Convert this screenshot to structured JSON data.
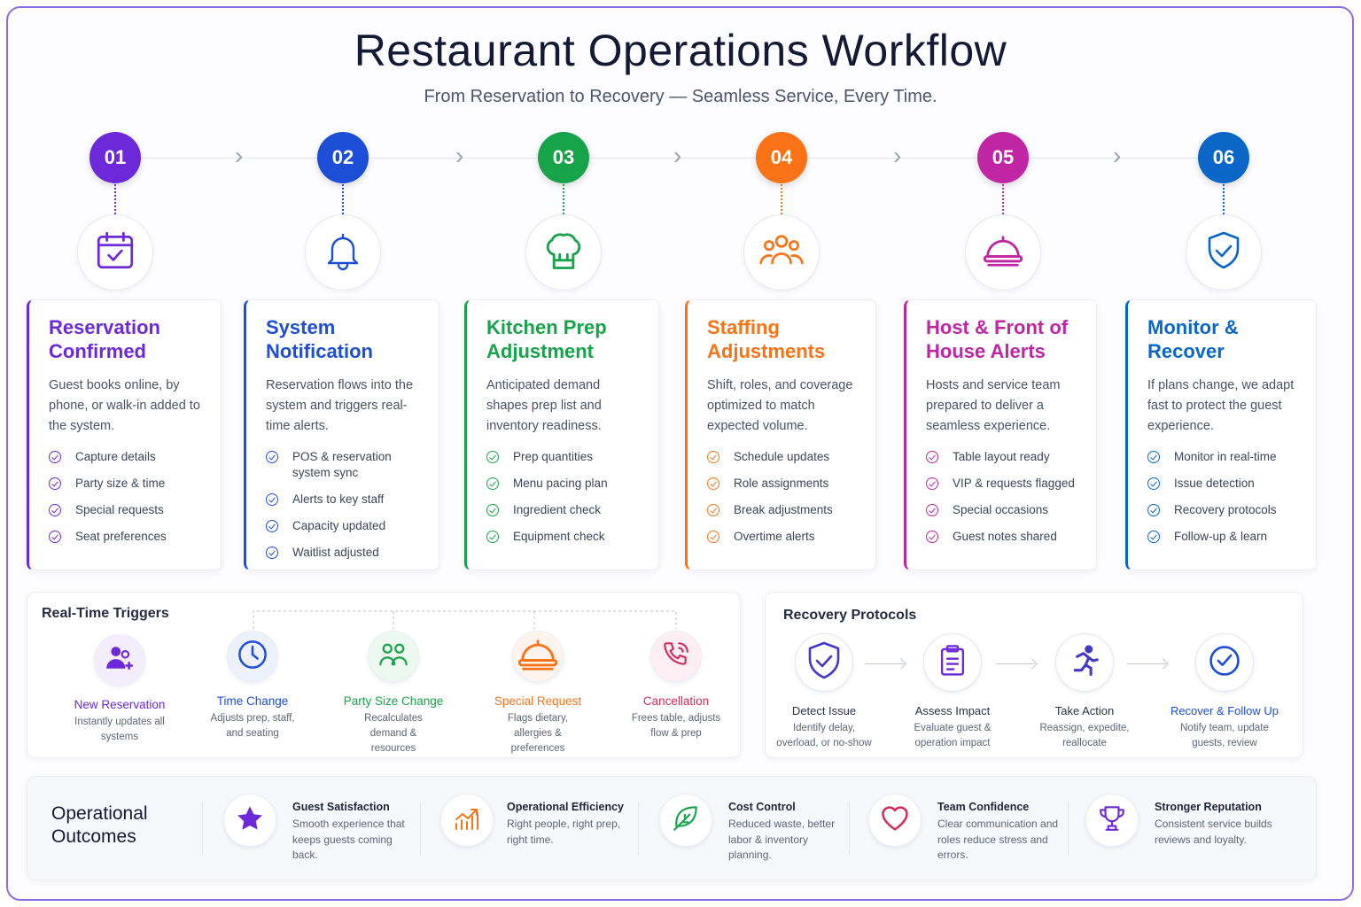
{
  "title": "Restaurant Operations Workflow",
  "subtitle": "From Reservation to Recovery — Seamless Service, Every Time.",
  "steps": [
    {
      "num": "01",
      "color": "#6d28d9",
      "icon": "calendar-check-icon",
      "title": "Reservation Confirmed",
      "desc": "Guest books online, by phone, or walk-in added to the system.",
      "items": [
        "Capture details",
        "Party size & time",
        "Special requests",
        "Seat preferences"
      ]
    },
    {
      "num": "02",
      "color": "#1d4ed8",
      "icon": "bell-icon",
      "title": "System Notification",
      "desc": "Reservation flows into the system and triggers real-time alerts.",
      "items": [
        "POS & reservation system sync",
        "Alerts to key staff",
        "Capacity updated",
        "Waitlist adjusted"
      ]
    },
    {
      "num": "03",
      "color": "#16a34a",
      "icon": "chef-hat-icon",
      "title": "Kitchen Prep Adjustment",
      "desc": "Anticipated demand shapes prep list and inventory readiness.",
      "items": [
        "Prep quantities",
        "Menu pacing plan",
        "Ingredient check",
        "Equipment check"
      ]
    },
    {
      "num": "04",
      "color": "#f97316",
      "icon": "team-icon",
      "title": "Staffing Adjustments",
      "desc": "Shift, roles, and coverage optimized to match expected volume.",
      "items": [
        "Schedule updates",
        "Role assignments",
        "Break adjustments",
        "Overtime alerts"
      ]
    },
    {
      "num": "05",
      "color": "#c026a3",
      "icon": "cloche-icon",
      "title": "Host & Front of House Alerts",
      "desc": "Hosts and service team prepared to deliver a seamless experience.",
      "items": [
        "Table layout ready",
        "VIP & requests flagged",
        "Special occasions",
        "Guest notes shared"
      ]
    },
    {
      "num": "06",
      "color": "#0b67c7",
      "icon": "shield-check-icon",
      "title": "Monitor & Recover",
      "desc": "If plans change, we adapt fast to protect the guest experience.",
      "items": [
        "Monitor in real-time",
        "Issue detection",
        "Recovery protocols",
        "Follow-up & learn"
      ]
    }
  ],
  "triggers": {
    "heading": "Real-Time Triggers",
    "items": [
      {
        "label": "New Reservation",
        "desc": "Instantly updates all systems",
        "color": "#6d28d9",
        "icon": "add-user-icon"
      },
      {
        "label": "Time Change",
        "desc": "Adjusts prep, staff, and seating",
        "color": "#1d4ed8",
        "icon": "clock-icon"
      },
      {
        "label": "Party Size Change",
        "desc": "Recalculates demand & resources",
        "color": "#16a34a",
        "icon": "people-icon"
      },
      {
        "label": "Special Request",
        "desc": "Flags dietary, allergies & preferences",
        "color": "#f97316",
        "icon": "cloche-icon"
      },
      {
        "label": "Cancellation",
        "desc": "Frees table, adjusts flow & prep",
        "color": "#d42a5b",
        "icon": "phone-icon"
      }
    ]
  },
  "recovery": {
    "heading": "Recovery Protocols",
    "items": [
      {
        "label": "Detect Issue",
        "desc": "Identify delay, overload, or no-show",
        "color": "#4338ca",
        "icon": "shield-check-icon"
      },
      {
        "label": "Assess Impact",
        "desc": "Evaluate guest & operation impact",
        "color": "#6d28d9",
        "icon": "clipboard-icon"
      },
      {
        "label": "Take Action",
        "desc": "Reassign, expedite, reallocate",
        "color": "#4338ca",
        "icon": "running-icon"
      },
      {
        "label": "Recover & Follow Up",
        "desc": "Notify team, update guests, review",
        "color": "#1d4ed8",
        "icon": "check-circle-icon"
      }
    ]
  },
  "outcomes": {
    "heading": "Operational Outcomes",
    "items": [
      {
        "label": "Guest Satisfaction",
        "desc": "Smooth experience that keeps guests coming back.",
        "color": "#6d28d9",
        "icon": "star-icon"
      },
      {
        "label": "Operational Efficiency",
        "desc": "Right people, right prep, right time.",
        "color": "#f97316",
        "icon": "growth-chart-icon"
      },
      {
        "label": "Cost Control",
        "desc": "Reduced waste, better labor & inventory planning.",
        "color": "#16a34a",
        "icon": "leaf-icon"
      },
      {
        "label": "Team Confidence",
        "desc": "Clear communication and roles reduce stress and errors.",
        "color": "#d42a5b",
        "icon": "heart-icon"
      },
      {
        "label": "Stronger Reputation",
        "desc": "Consistent service builds reviews and loyalty.",
        "color": "#6d28d9",
        "icon": "trophy-icon"
      }
    ]
  }
}
